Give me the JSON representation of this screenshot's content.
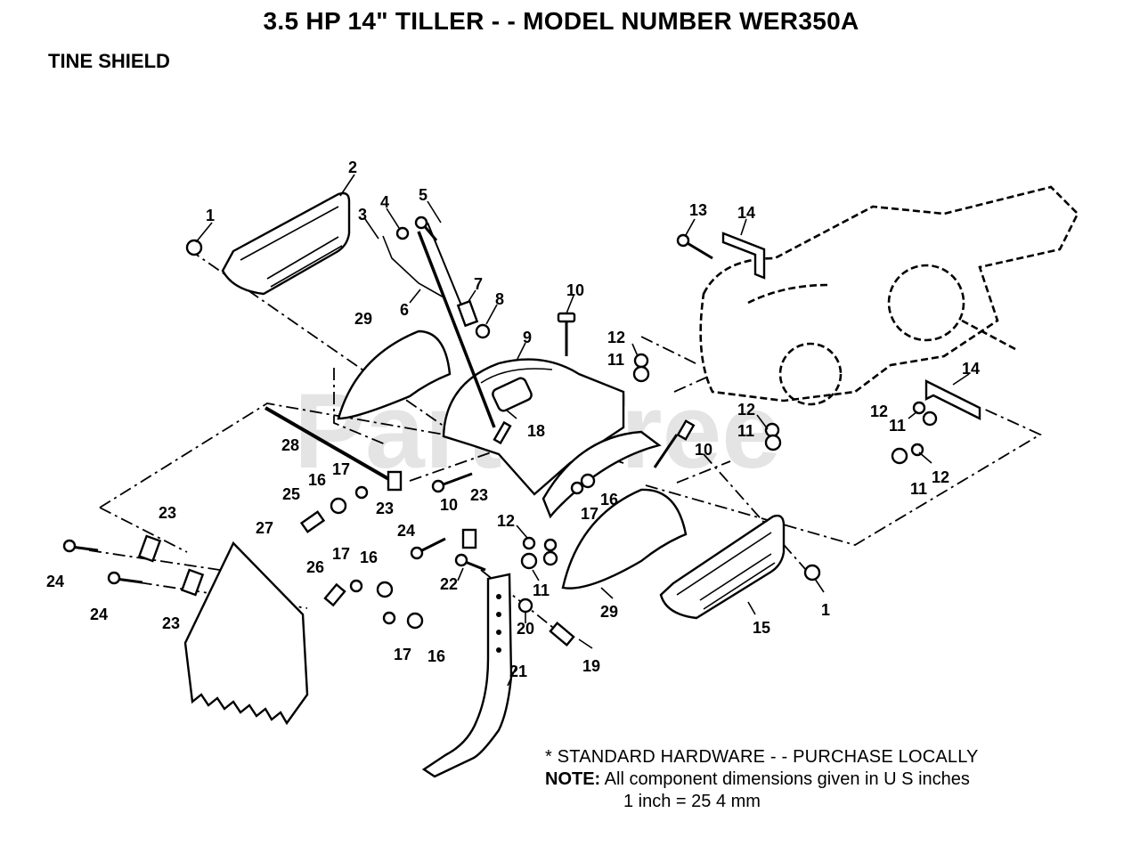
{
  "header": {
    "title": "3.5 HP 14\" TILLER - - MODEL NUMBER WER350A",
    "section": "TINE SHIELD"
  },
  "watermark": "PartsTree",
  "callouts": {
    "c1a": "1",
    "c1b": "1",
    "c2": "2",
    "c3": "3",
    "c4": "4",
    "c5": "5",
    "c6": "6",
    "c7": "7",
    "c8": "8",
    "c9": "9",
    "c10a": "10",
    "c10b": "10",
    "c10c": "10",
    "c11a": "11",
    "c11b": "11",
    "c11c": "11",
    "c11d": "11",
    "c11e": "11",
    "c12a": "12",
    "c12b": "12",
    "c12c": "12",
    "c12d": "12",
    "c12e": "12",
    "c13": "13",
    "c14a": "14",
    "c14b": "14",
    "c15": "15",
    "c16a": "16",
    "c16b": "16",
    "c16c": "16",
    "c16d": "16",
    "c17a": "17",
    "c17b": "17",
    "c17c": "17",
    "c17d": "17",
    "c18": "18",
    "c19": "19",
    "c20": "20",
    "c21": "21",
    "c22": "22",
    "c23a": "23",
    "c23b": "23",
    "c23c": "23",
    "c23d": "23",
    "c24a": "24",
    "c24b": "24",
    "c24c": "24",
    "c25": "25",
    "c26": "26",
    "c27": "27",
    "c28": "28",
    "c29a": "29",
    "c29b": "29"
  },
  "notes": {
    "standard_hardware": "* STANDARD HARDWARE - - PURCHASE LOCALLY",
    "note_label": "NOTE:",
    "note_text": "All component dimensions given in U S  inches",
    "conversion": "1 inch = 25 4 mm"
  }
}
